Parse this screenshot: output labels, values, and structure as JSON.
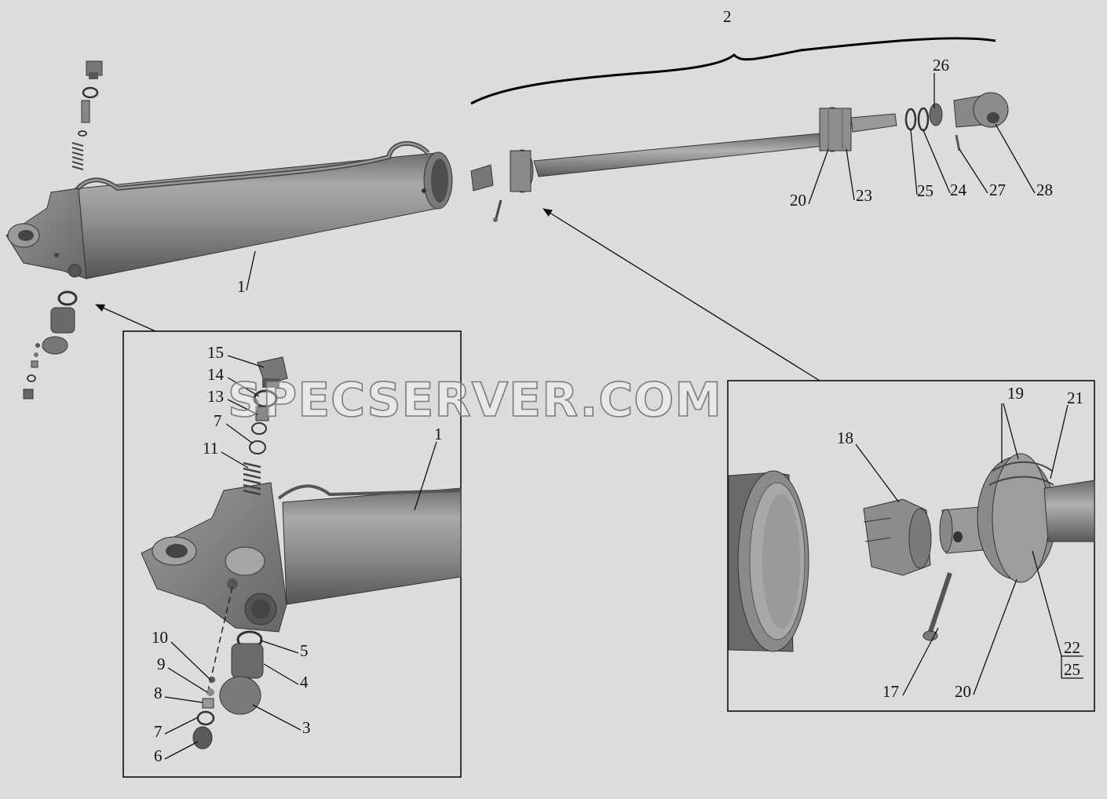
{
  "labels": {
    "assembly_rod": "2",
    "main": {
      "l1": "1",
      "l20": "20",
      "l23": "23",
      "l25": "25",
      "l24": "24",
      "l26": "26",
      "l27": "27",
      "l28": "28"
    },
    "detail_left": {
      "l15": "15",
      "l14": "14",
      "l13": "13",
      "l7a": "7",
      "l11": "11",
      "l1": "1",
      "l10": "10",
      "l9": "9",
      "l8": "8",
      "l7b": "7",
      "l6": "6",
      "l5": "5",
      "l4": "4",
      "l3": "3"
    },
    "detail_right": {
      "l18": "18",
      "l19": "19",
      "l21": "21",
      "l17": "17",
      "l20": "20",
      "l22": "22",
      "l25": "25"
    }
  },
  "watermark": "SPECSERVER.COM",
  "colors": {
    "background": "#dcdcdc",
    "part_fill": "#8f8f8f",
    "part_dark": "#5c5c5c",
    "part_light": "#b4b4b4",
    "line": "#111111"
  }
}
